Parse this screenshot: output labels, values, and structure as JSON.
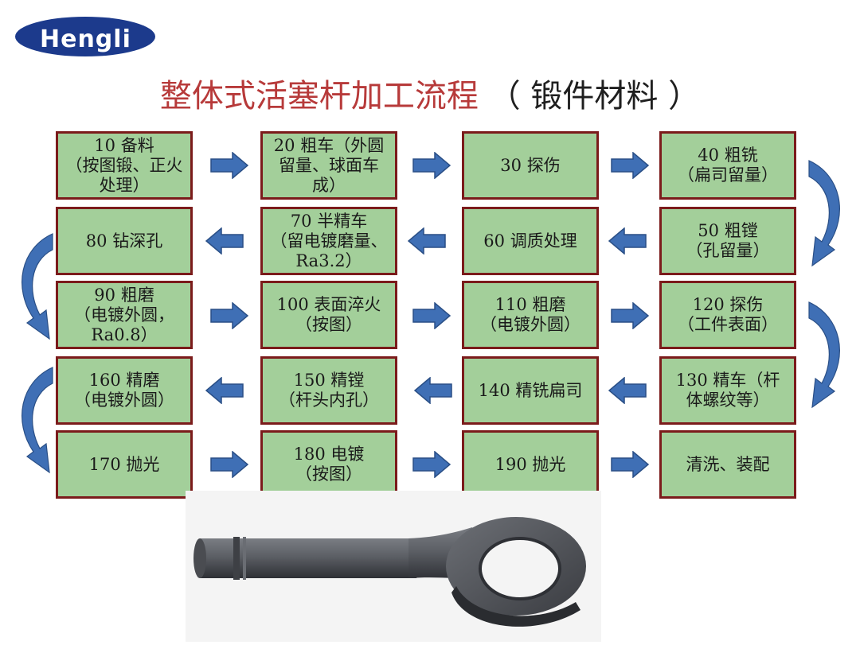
{
  "header": {
    "logo_text": "Hengli",
    "title_main": "整体式活塞杆加工流程",
    "title_suffix": "（ 锻件材料 ）"
  },
  "steps": [
    "10 备料\n（按图锻、正火处理）",
    "20 粗车（外圆留量、球面车成）",
    "30 探伤",
    "40 粗铣\n（扁司留量）",
    "80 钻深孔",
    "70 半精车\n（留电镀磨量、Ra3.2）",
    "60 调质处理",
    "50  粗镗\n（孔留量）",
    "90 粗磨\n（电镀外圆，Ra0.8）",
    "100 表面淬火\n（按图）",
    "110 粗磨\n（电镀外圆）",
    "120 探伤\n（工件表面）",
    "160 精磨\n（电镀外圆）",
    "150 精镗\n（杆头内孔）",
    "140 精铣扁司",
    "130 精车（杆体螺纹等）",
    "170 抛光",
    "180 电镀\n（按图）",
    "190 抛光",
    "清洗、装配"
  ],
  "colors": {
    "title_red": "#b73a3a",
    "box_fill": "#a3cf9a",
    "box_border": "#7b1b1b",
    "arrow_blue": "#3f6fb5",
    "logo_navy": "#1c3a8c"
  },
  "image": {
    "icon": "piston-rod-eye-end-render"
  }
}
